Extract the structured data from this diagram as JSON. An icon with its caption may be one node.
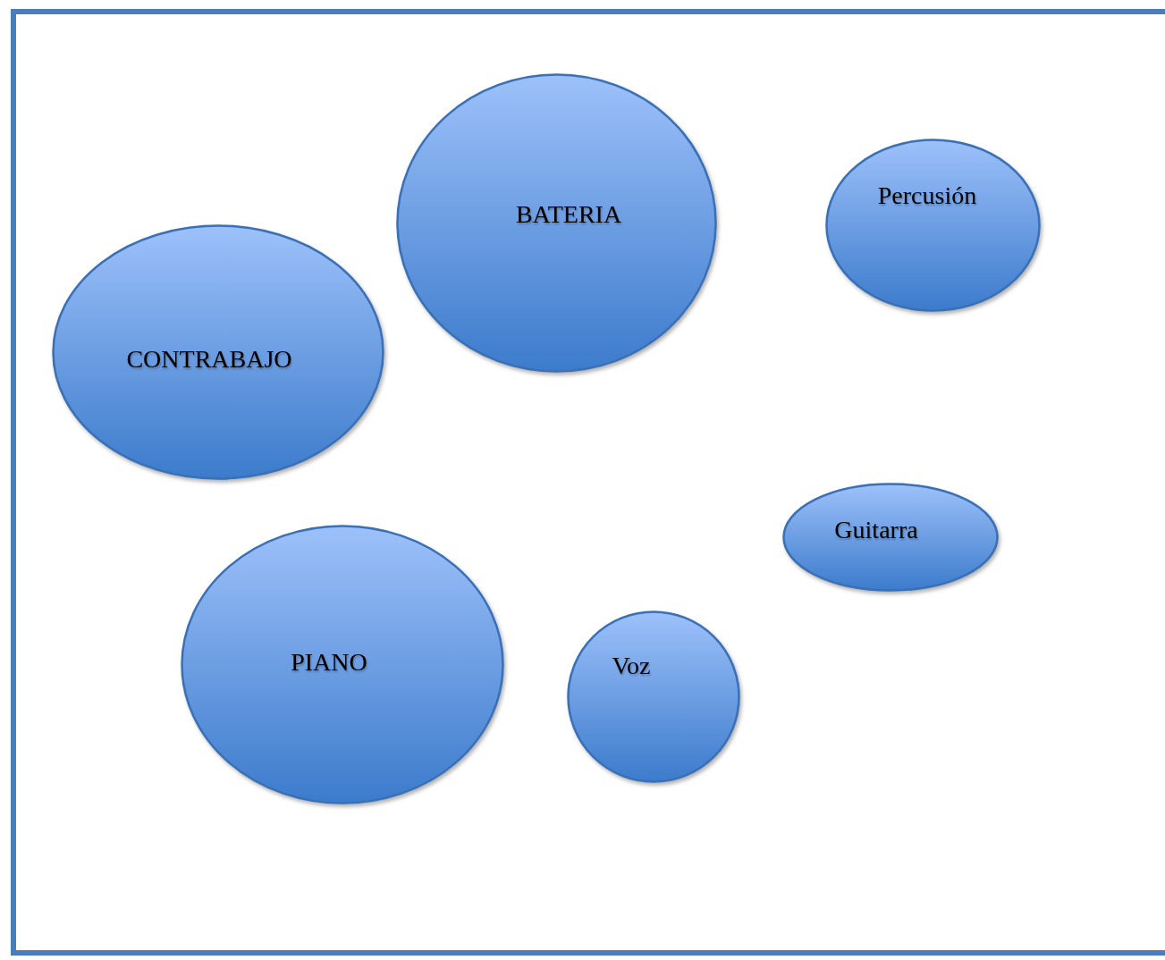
{
  "diagram": {
    "nodes": [
      {
        "text": [
          "BATERIA"
        ]
      },
      {
        "text": [
          "Percusión"
        ]
      },
      {
        "text": [
          "CONTRABAJO"
        ]
      },
      {
        "text": [
          "Guitarra"
        ]
      },
      {
        "text": [
          "PIANO"
        ]
      },
      {
        "text": [
          "Voz"
        ]
      }
    ],
    "edges": []
  }
}
